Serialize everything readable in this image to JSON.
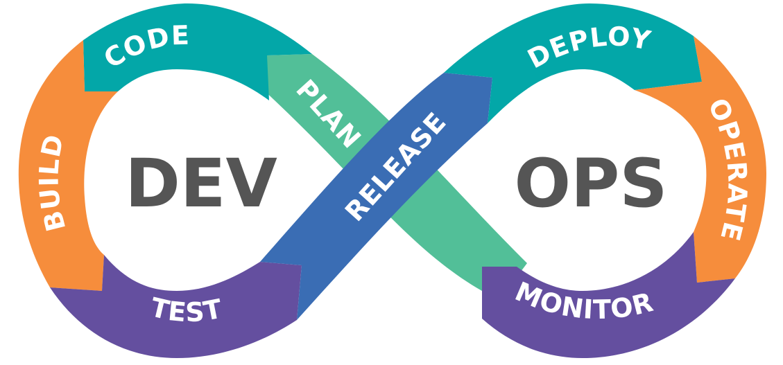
{
  "diagram": {
    "title_left": "DEV",
    "title_right": "OPS",
    "stages": [
      {
        "id": "plan",
        "label": "PLAN",
        "color": "#52BF98"
      },
      {
        "id": "code",
        "label": "CODE",
        "color": "#03A7A8"
      },
      {
        "id": "build",
        "label": "BUILD",
        "color": "#F68D3C"
      },
      {
        "id": "test",
        "label": "TEST",
        "color": "#644F9F"
      },
      {
        "id": "release",
        "label": "RELEASE",
        "color": "#3A6DB4"
      },
      {
        "id": "deploy",
        "label": "DEPLOY",
        "color": "#03A7A8"
      },
      {
        "id": "operate",
        "label": "OPERATE",
        "color": "#F68D3C"
      },
      {
        "id": "monitor",
        "label": "MONITOR",
        "color": "#644F9F"
      }
    ],
    "text_color": "#555555"
  }
}
